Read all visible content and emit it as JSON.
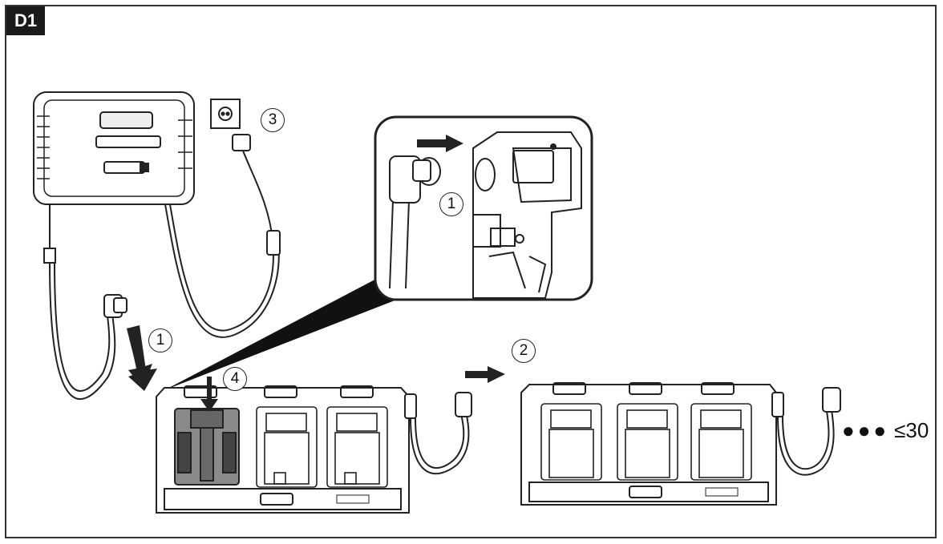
{
  "figure": {
    "badge": "D1",
    "steps": {
      "connect_cable": "1",
      "daisy_chain": "2",
      "plug_in": "3",
      "insert_battery": "4",
      "detail_connect": "1"
    },
    "chain_limit_dots": "●●●",
    "chain_limit": "≤30"
  },
  "colors": {
    "line": "#222222",
    "battery_fill": "#8a8a8a",
    "background": "#ffffff"
  }
}
